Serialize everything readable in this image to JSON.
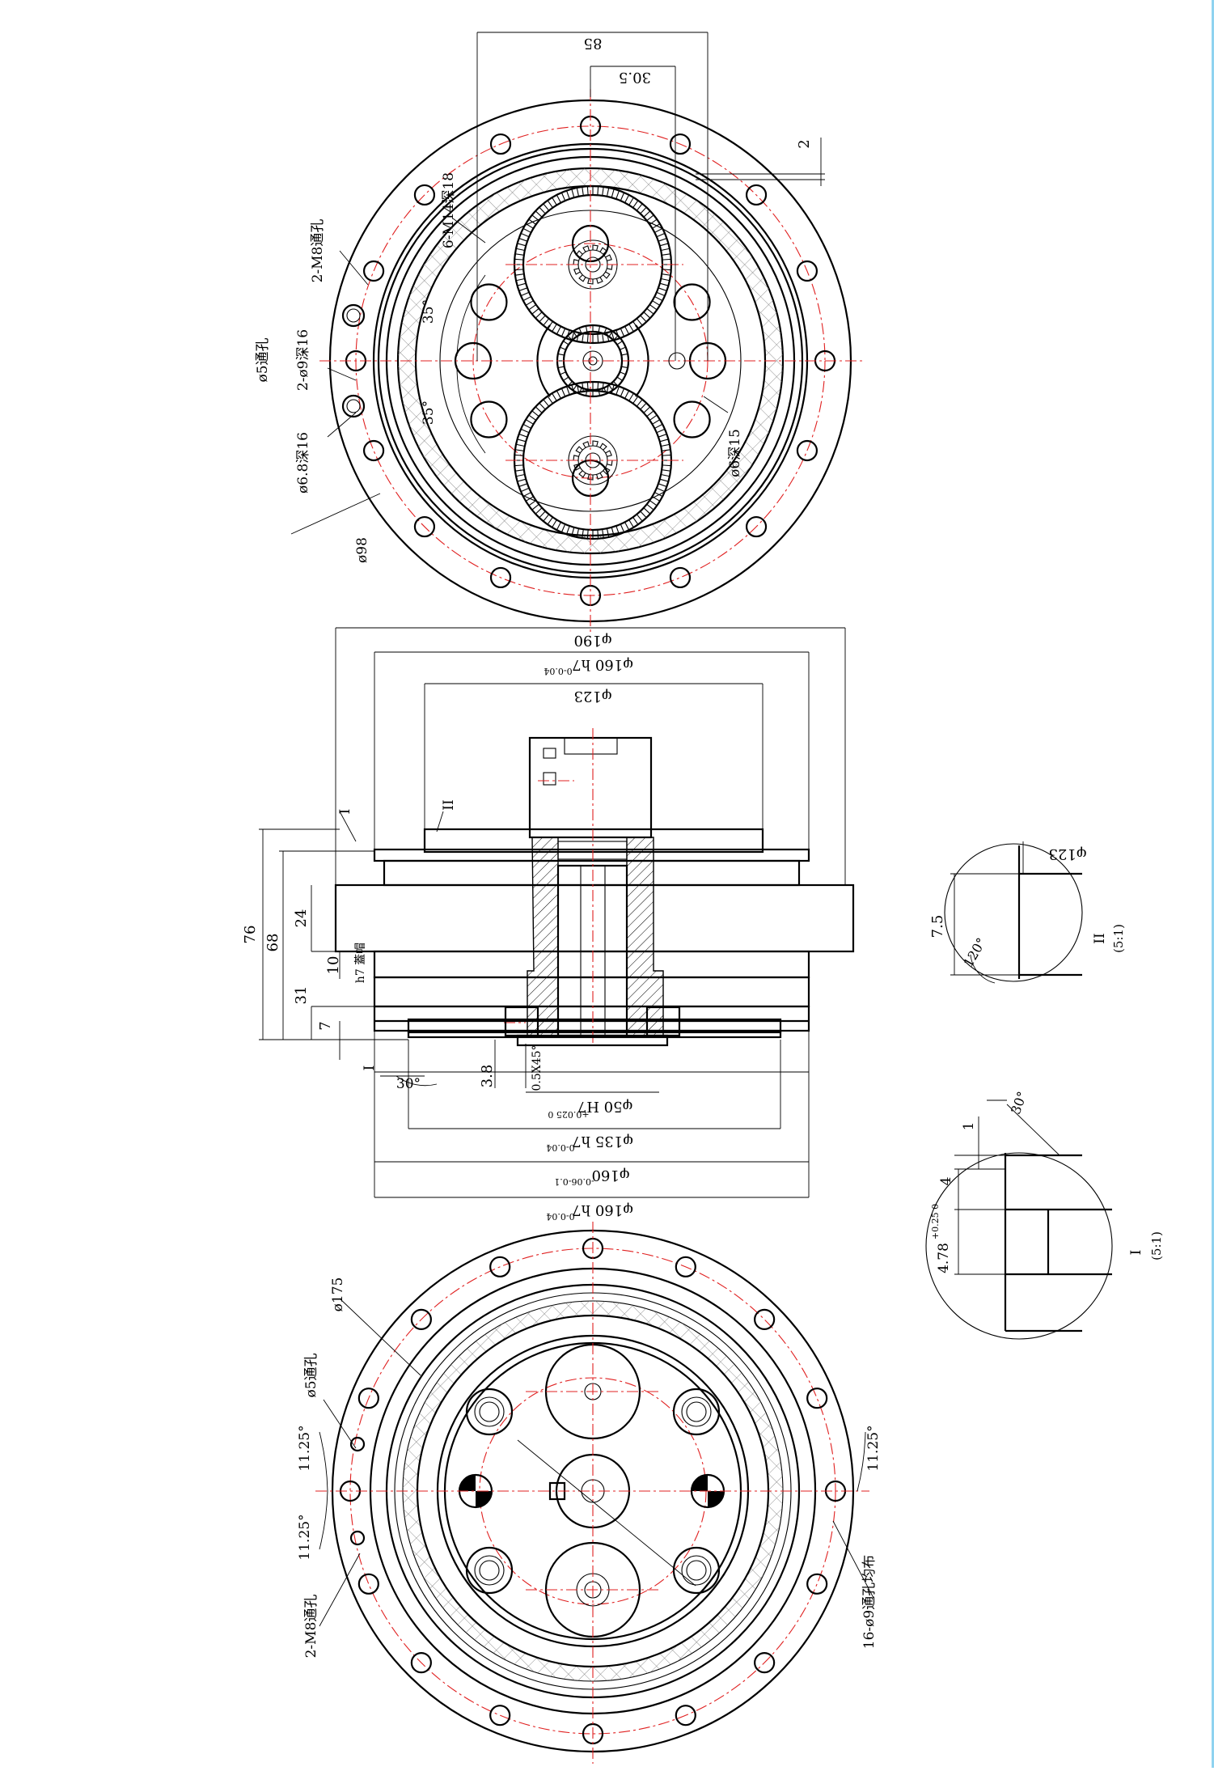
{
  "top_view": {
    "dims": {
      "d85": "85",
      "d30_5": "30.5",
      "d2": "2",
      "m14": "6-M14深18",
      "m8_top": "2-M8通孔",
      "hole5_top": "ø5通孔",
      "hole9": "2-ø9深16",
      "hole68": "ø6.8深16",
      "d98": "ø98",
      "hole6": "ø6深15",
      "ang35a": "35°",
      "ang35b": "35°"
    }
  },
  "section_view": {
    "dims": {
      "d190": "φ190",
      "d160h7_top": "φ160 h7",
      "d160h7_top_tol": "0-0.04",
      "d123": "φ123",
      "label_II": "II",
      "label_I_top": "I",
      "d76": "76",
      "d68": "68",
      "d24": "24",
      "d10": "10",
      "h7": "h7 蓋帽",
      "d31": "31",
      "d7": "7",
      "label_I_left": "I",
      "ang30": "30°",
      "d3_8": "3.8",
      "chamfer": "0.5X45°",
      "d50H7": "φ50 H7",
      "d50H7_tol": "+0.025 0",
      "d135h7": "φ135 h7",
      "d135h7_tol": "0-0.04",
      "d160": "φ160",
      "d160_tol": "-0.06-0.1",
      "d160h7_bot": "φ160 h7",
      "d160h7_bot_tol": "0-0.04"
    }
  },
  "detail_II": {
    "d123": "φ123",
    "d7_5": "7.5",
    "ang120": "120°",
    "label": "II",
    "scale": "(5:1)"
  },
  "detail_I": {
    "ang30": "30°",
    "d1": "1",
    "d4": "4",
    "d4_78": "4.78",
    "d4_78_tol": "+0.25 0",
    "label": "I",
    "scale": "(5:1)"
  },
  "bottom_view": {
    "dims": {
      "d175": "ø175",
      "hole5": "ø5通孔",
      "ang11a": "11.25°",
      "ang11b": "11.25°",
      "ang11c": "11.25°",
      "m8": "2-M8通孔",
      "holes16": "16-ø9通孔均布"
    }
  }
}
